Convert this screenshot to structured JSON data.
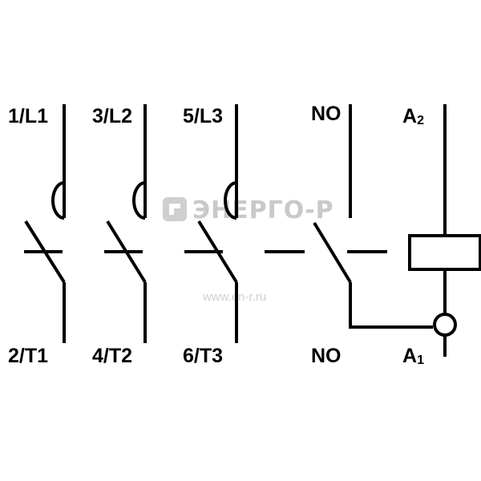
{
  "terminals": {
    "l1": "1/L1",
    "l2": "3/L2",
    "l3": "5/L3",
    "t1": "2/T1",
    "t2": "4/T2",
    "t3": "6/T3",
    "no_top": "NO",
    "no_bottom": "NO",
    "a2_letter": "A",
    "a2_sub": "2",
    "a1_letter": "A",
    "a1_sub": "1"
  },
  "watermark": {
    "brand": "ЭНЕРГО-Р",
    "url": "www.en-r.ru"
  },
  "colors": {
    "line": "#000000",
    "watermark": "#c9c9c9"
  }
}
